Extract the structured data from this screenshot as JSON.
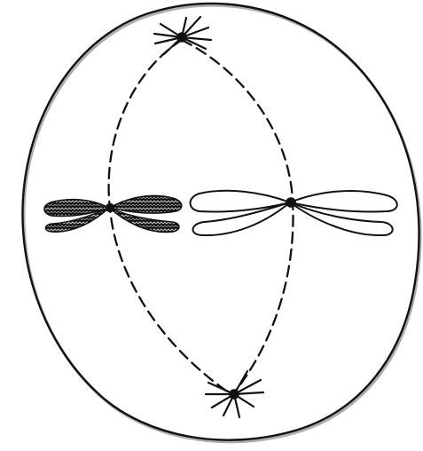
{
  "figure": {
    "type": "cell-division-diagram",
    "stage": "metaphase",
    "colors": {
      "ink": "#111111",
      "background": "#ffffff",
      "membrane_shadow": "#6b6b6b"
    },
    "elements": [
      "cell-membrane",
      "upper-centrosome-aster",
      "lower-centrosome-aster",
      "left-spindle-fiber",
      "right-spindle-fiber",
      "left-chromosome-dark",
      "right-chromosome-light"
    ]
  }
}
